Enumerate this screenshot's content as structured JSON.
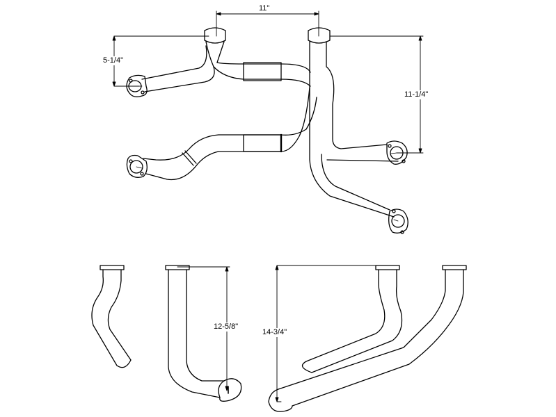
{
  "dimensions": {
    "header_spacing": "11\"",
    "upper_flange_offset": "5-1/4\"",
    "right_flange_offset": "11-1/4\"",
    "side_view_height": "12-5/8\"",
    "full_assembly_height": "14-3/4\""
  }
}
